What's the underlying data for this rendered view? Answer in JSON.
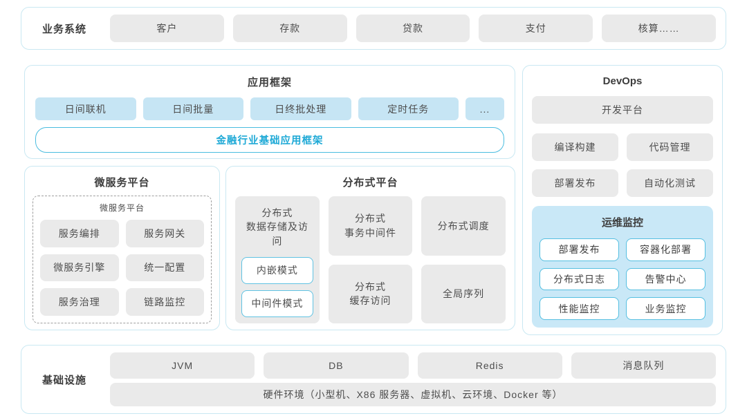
{
  "business": {
    "label": "业务系统",
    "items": [
      "客户",
      "存款",
      "贷款",
      "支付",
      "核算……"
    ]
  },
  "app_framework": {
    "title": "应用框架",
    "items": [
      "日间联机",
      "日间批量",
      "日终批处理",
      "定时任务",
      "..."
    ],
    "base": "金融行业基础应用框架"
  },
  "microservice": {
    "title": "微服务平台",
    "inner_title": "微服务平台",
    "items": [
      "服务编排",
      "服务网关",
      "微服务引擎",
      "统一配置",
      "服务治理",
      "链路监控"
    ]
  },
  "distributed": {
    "title": "分布式平台",
    "storage": {
      "label": "分布式\n数据存储及访问",
      "modes": [
        "内嵌模式",
        "中间件模式"
      ]
    },
    "cells": [
      "分布式\n事务中间件",
      "分布式调度",
      "分布式\n缓存访问",
      "全局序列"
    ]
  },
  "devops": {
    "title": "DevOps",
    "platform": "开发平台",
    "items": [
      "编译构建",
      "代码管理",
      "部署发布",
      "自动化测试"
    ],
    "ops": {
      "title": "运维监控",
      "items": [
        "部署发布",
        "容器化部署",
        "分布式日志",
        "告警中心",
        "性能监控",
        "业务监控"
      ]
    }
  },
  "infrastructure": {
    "label": "基础设施",
    "items": [
      "JVM",
      "DB",
      "Redis",
      "消息队列"
    ],
    "hardware": "硬件环境（小型机、X86 服务器、虚拟机、云环境、Docker 等）"
  },
  "colors": {
    "panel_border": "#c9e8f2",
    "gray_box": "#eaeaea",
    "blue_box": "#c6e5f4",
    "ops_panel_bg": "#c9e8f7",
    "accent_blue_border": "#49bcdf",
    "accent_blue_text": "#1ea9d6",
    "title_text": "#3d3d3d",
    "box_text": "#4d4d4d"
  }
}
